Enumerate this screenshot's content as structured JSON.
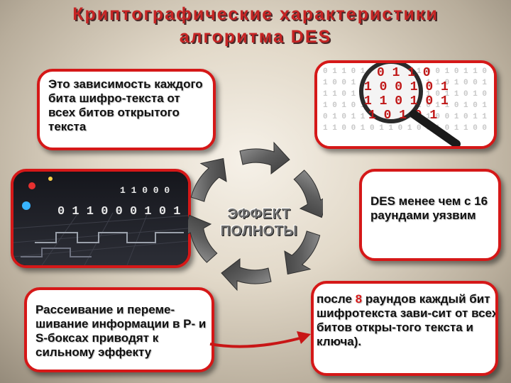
{
  "title": {
    "line1": "Криптографические характеристики",
    "line2": "алгоритма DES"
  },
  "top_left_text": "Это зависимость каждого бита шифро-текста от всех битов открытого текста",
  "center_label": {
    "line1": "ЭФФЕКТ",
    "line2": "ПОЛНОТЫ"
  },
  "mid_right_text": "DES менее чем с 16 раундами уязвим",
  "bottom_left_text": "Рассеивание и переме-шивание информации в P- и S-боксах приводят к сильному эффекту",
  "bottom_right_text": {
    "before": "после ",
    "number": "8",
    "after": " раундов каждый бит шифротекста зави-сит от всех битов откры-того текста и ключа)."
  },
  "binary_image": {
    "rows": [
      "0 1 1 0",
      "1 0 0 1 0 1",
      "1 1 0 1 0 1",
      "1 0 1 0 1"
    ],
    "icon": "magnifying-glass-icon"
  },
  "circuit_image": {
    "rows": [
      "1 1 0 0 0",
      "0 1 1 0 0 0 1 0 1 1"
    ]
  },
  "colors": {
    "accent": "#d51818",
    "title": "#c62424",
    "highlight_number": "#d81b1b"
  }
}
